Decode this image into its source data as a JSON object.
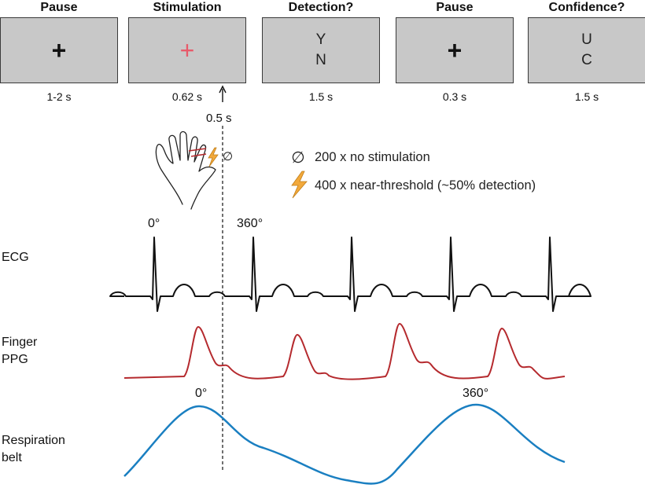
{
  "steps": [
    {
      "title": "Pause",
      "content": "+",
      "duration": "1-2 s"
    },
    {
      "title": "Stimulation",
      "content": "+",
      "duration": "0.62 s"
    },
    {
      "title": "Detection?",
      "responses": [
        "Y",
        "N"
      ],
      "duration": "1.5 s"
    },
    {
      "title": "Pause",
      "content": "+",
      "duration": "0.3 s"
    },
    {
      "title": "Confidence?",
      "responses": [
        "U",
        "C"
      ],
      "duration": "1.5 s"
    }
  ],
  "stim_onset": "0.5 s",
  "legend": {
    "no_stim": "200 x no stimulation",
    "near_threshold": "400 x near-threshold (~50% detection)",
    "no_stim_symbol": "∅"
  },
  "signals": {
    "ecg": {
      "label": "ECG",
      "phase_start": "0°",
      "phase_end": "360°"
    },
    "ppg": {
      "label_line1": "Finger",
      "label_line2": "PPG"
    },
    "resp": {
      "label_line1": "Respiration",
      "label_line2": "belt",
      "phase_start": "0°",
      "phase_end": "360°"
    }
  },
  "colors": {
    "ecg": "#111111",
    "ppg": "#b52a2e",
    "resp": "#1a7fc1",
    "stim_cross": "#e85a6a",
    "bolt": "#f2a93b"
  },
  "icons": {
    "hand": "hand-icon",
    "bolt": "lightning-bolt-icon",
    "empty": "empty-set-icon"
  }
}
